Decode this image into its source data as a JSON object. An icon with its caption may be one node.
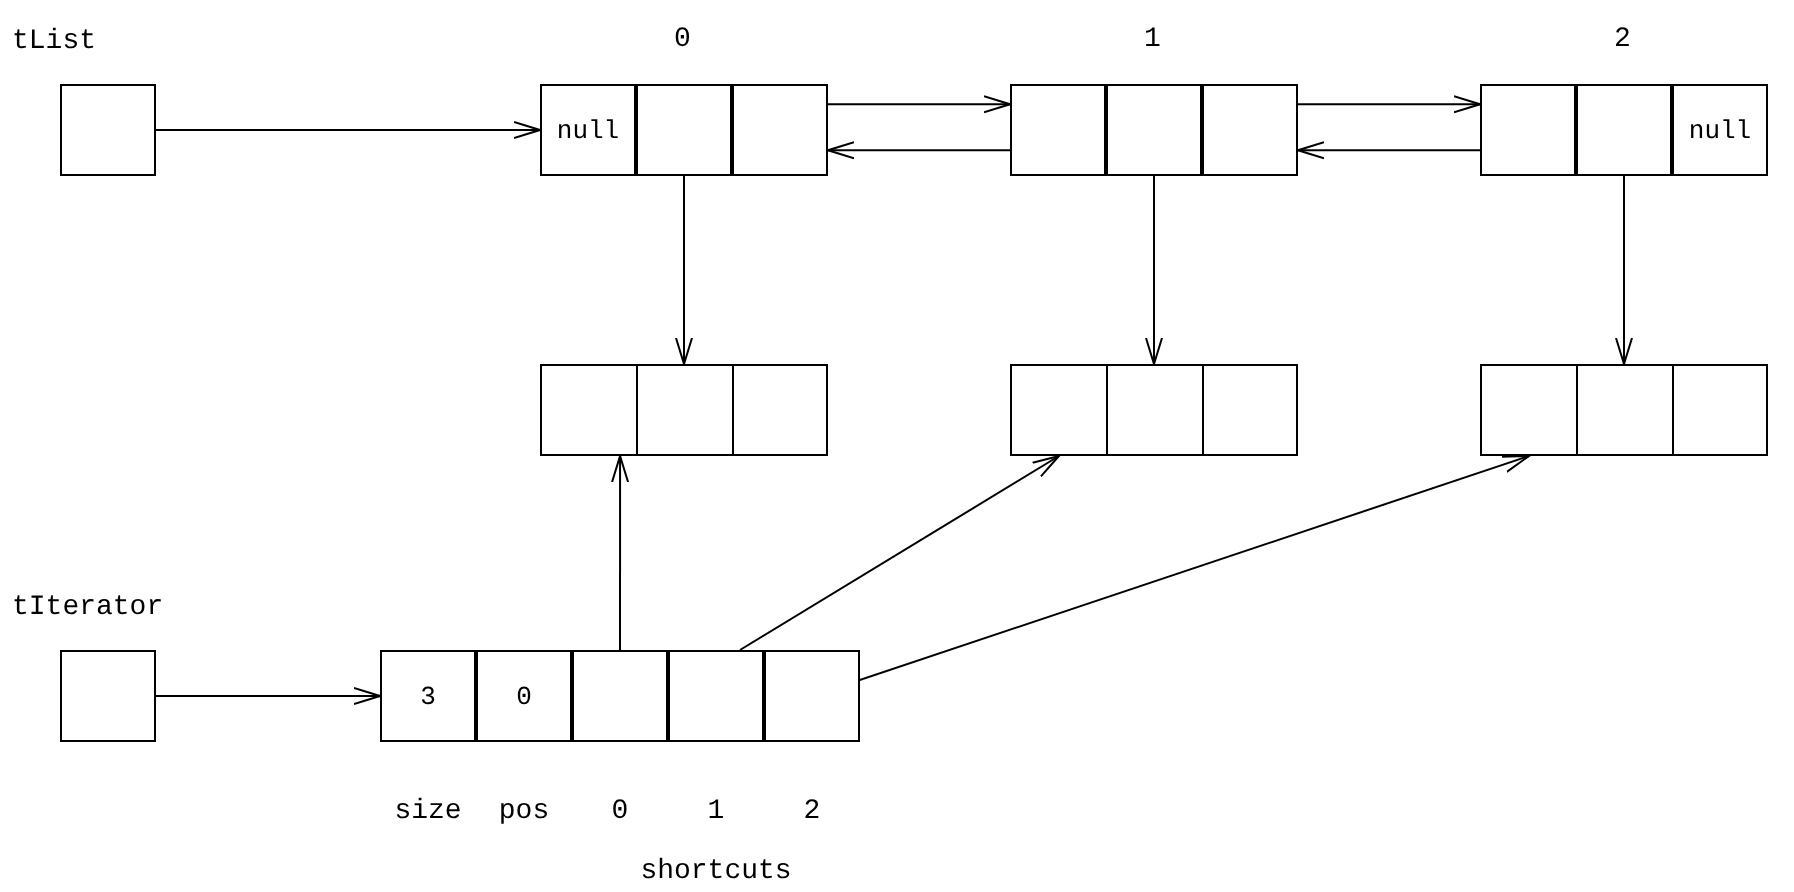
{
  "diagram": {
    "nodes": [
      {
        "text": [
          "tList"
        ]
      },
      {
        "text": [
          "0"
        ]
      },
      {
        "text": [
          "null"
        ],
        "in": 1
      },
      {
        "text": [],
        "shape": "box",
        "in": 1
      },
      {
        "text": [],
        "shape": "box",
        "in": 1
      },
      {
        "text": [
          "1"
        ]
      },
      {
        "text": [],
        "shape": "box",
        "in": 5
      },
      {
        "text": [],
        "shape": "box",
        "in": 5
      },
      {
        "text": [],
        "shape": "box",
        "in": 5
      },
      {
        "text": [
          "2"
        ]
      },
      {
        "text": [],
        "shape": "box",
        "in": 9
      },
      {
        "text": [],
        "shape": "box",
        "in": 9
      },
      {
        "text": [
          "null"
        ],
        "in": 9
      },
      {
        "text": [],
        "shape": "box"
      },
      {
        "text": [],
        "shape": "box"
      },
      {
        "text": [],
        "shape": "box"
      },
      {
        "text": [
          "tIterator"
        ]
      },
      {
        "text": [],
        "shape": "box"
      },
      {
        "text": [
          "3"
        ],
        "in": 17
      },
      {
        "text": [
          "0"
        ],
        "in": 17
      },
      {
        "text": [],
        "shape": "box",
        "in": 17
      },
      {
        "text": [],
        "shape": "box",
        "in": 17
      },
      {
        "text": [],
        "shape": "box",
        "in": 17
      }
    ],
    "edges": [
      {
        "from": 0,
        "to": 1,
        "arrow": "to"
      },
      {
        "from": 4,
        "to": 5,
        "arrow": "to"
      },
      {
        "from": 6,
        "to": 1,
        "arrow": "to"
      },
      {
        "from": 8,
        "to": 9,
        "arrow": "to"
      },
      {
        "from": 10,
        "to": 5,
        "arrow": "to"
      },
      {
        "from": 3,
        "to": 13,
        "arrow": "to"
      },
      {
        "from": 7,
        "to": 14,
        "arrow": "to"
      },
      {
        "from": 11,
        "to": 15,
        "arrow": "to"
      },
      {
        "from": 16,
        "to": 17,
        "arrow": "to"
      },
      {
        "from": 20,
        "to": 13,
        "arrow": "to"
      },
      {
        "from": 21,
        "to": 14,
        "arrow": "to"
      },
      {
        "from": 22,
        "to": 15,
        "arrow": "to"
      }
    ],
    "labels": [
      "size",
      "pos",
      "0",
      "1",
      "2",
      "shortcuts"
    ]
  }
}
